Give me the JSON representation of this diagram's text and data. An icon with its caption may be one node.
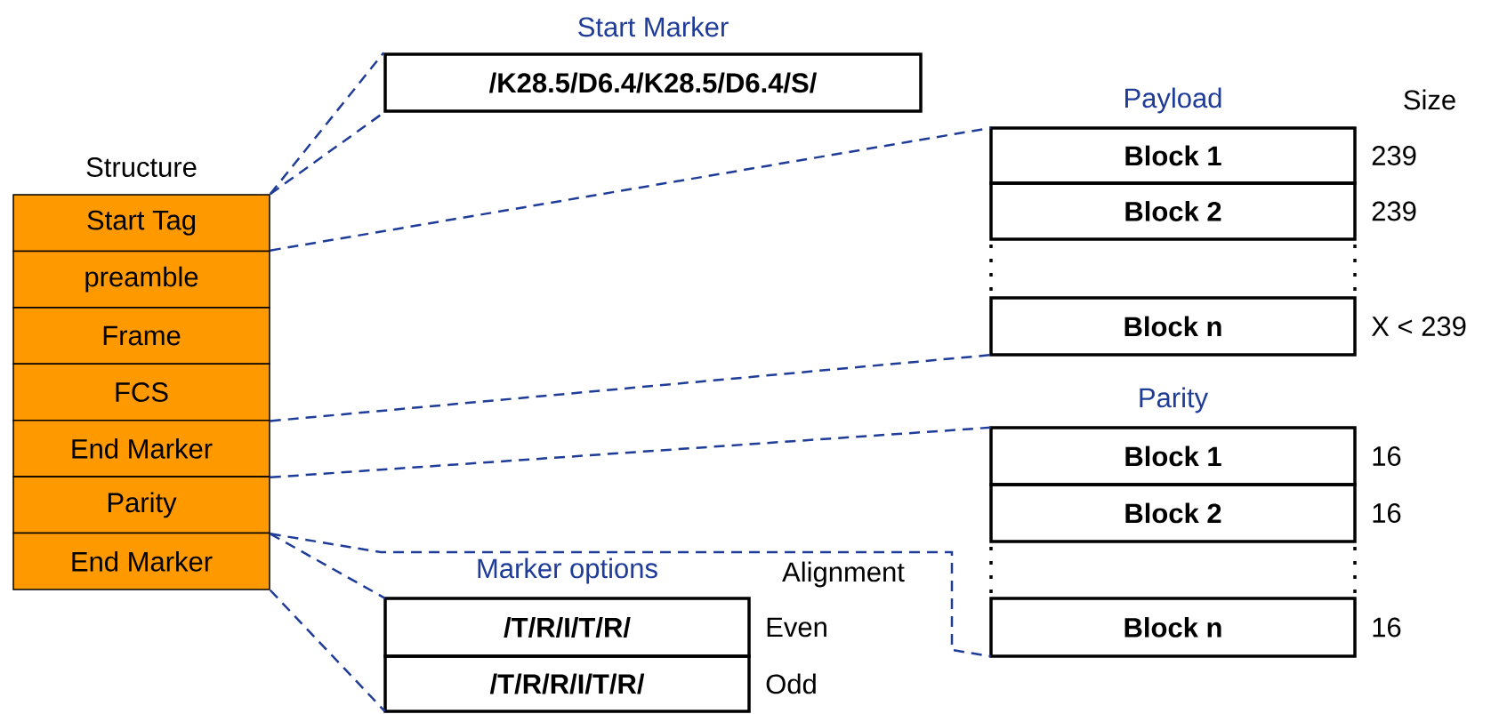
{
  "diagram": {
    "nodes": [
      {
        "text": [
          "Structure"
        ]
      },
      {
        "text": [
          "Start Tag"
        ],
        "in": 0
      },
      {
        "text": [
          "preamble"
        ],
        "in": 0
      },
      {
        "text": [
          "Frame"
        ],
        "in": 0
      },
      {
        "text": [
          "FCS"
        ],
        "in": 0
      },
      {
        "text": [
          "End Marker"
        ],
        "in": 0
      },
      {
        "text": [
          "Parity"
        ],
        "in": 0
      },
      {
        "text": [
          "End Marker"
        ],
        "in": 0
      },
      {
        "text": [
          "Start Marker",
          "/K28.5/D6.4/K28.5/D6.4/S/"
        ]
      },
      {
        "text": [
          "Payload"
        ]
      },
      {
        "text": [
          "Block 1"
        ],
        "in": 9,
        "beside": [
          "239"
        ]
      },
      {
        "text": [
          "Block 2"
        ],
        "in": 9,
        "beside": [
          "239"
        ]
      },
      {
        "text": [
          "Block n"
        ],
        "in": 9,
        "beside": [
          "X < 239"
        ]
      },
      {
        "text": [
          "Parity"
        ]
      },
      {
        "text": [
          "Block 1"
        ],
        "in": 13,
        "beside": [
          "16"
        ]
      },
      {
        "text": [
          "Block 2"
        ],
        "in": 13,
        "beside": [
          "16"
        ]
      },
      {
        "text": [
          "Block n"
        ],
        "in": 13,
        "beside": [
          "16"
        ]
      },
      {
        "text": [
          "Marker options"
        ]
      },
      {
        "text": [
          "/T/R/I/T/R/"
        ],
        "in": 17,
        "beside": [
          "Even"
        ]
      },
      {
        "text": [
          "/T/R/R/I/T/R/"
        ],
        "in": 17,
        "beside": [
          "Odd"
        ]
      }
    ],
    "edges": [
      {
        "from": 1,
        "to": 8,
        "arrow": "none",
        "style": "dashed"
      },
      {
        "from": 1,
        "to": 8,
        "arrow": "none",
        "style": "dashed"
      },
      {
        "from": 2,
        "to": 9,
        "arrow": "none",
        "style": "dashed"
      },
      {
        "from": 4,
        "to": 9,
        "arrow": "none",
        "style": "dashed"
      },
      {
        "from": 5,
        "to": 13,
        "arrow": "none",
        "style": "dashed"
      },
      {
        "from": 6,
        "to": 13,
        "arrow": "none",
        "style": "dashed"
      },
      {
        "from": 6,
        "to": 17,
        "arrow": "none",
        "style": "dashed"
      },
      {
        "from": 7,
        "to": 17,
        "arrow": "none",
        "style": "dashed"
      }
    ],
    "labels": [
      "Size",
      "Alignment"
    ]
  }
}
